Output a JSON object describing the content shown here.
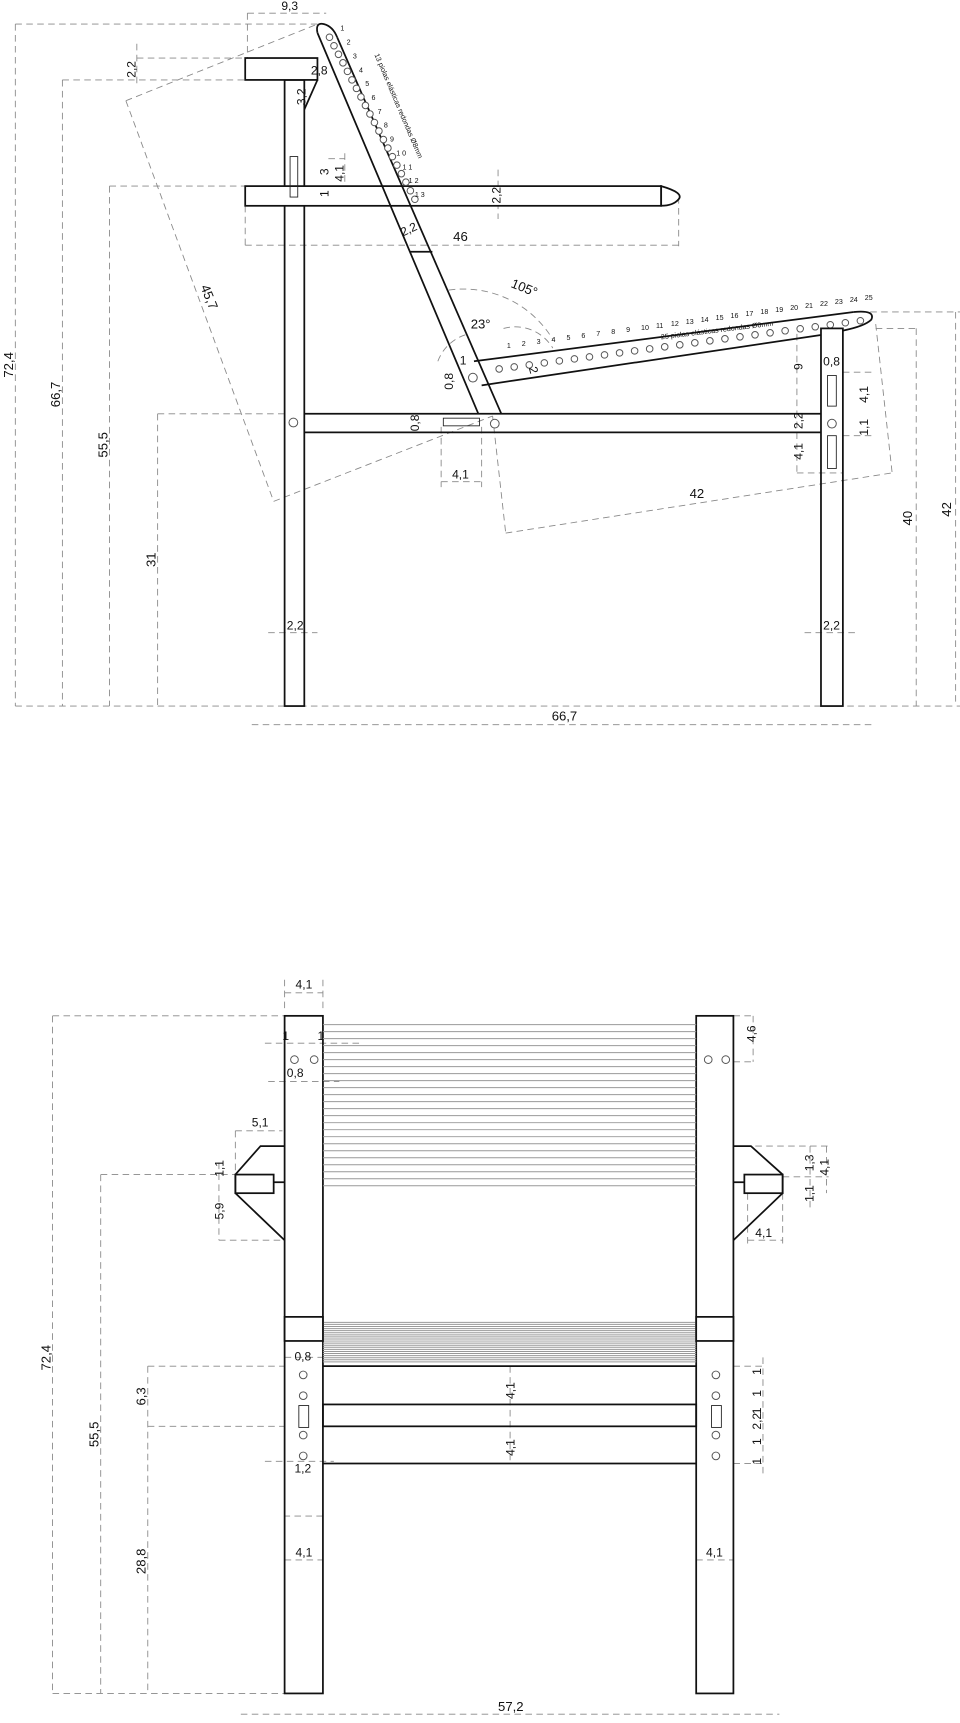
{
  "side_view": {
    "labels": [
      "9,3",
      "2,2",
      "2,8",
      "3,2",
      "3",
      "4,1",
      "1",
      "2,2",
      "2,2",
      "46",
      "45,7",
      "105°",
      "23°",
      "72,4",
      "66,7",
      "55,5",
      "31",
      "0,8",
      "1",
      "0,8",
      "4,1",
      "42",
      "40",
      "42",
      "0,8",
      "9",
      "2,2",
      "4,1",
      "4,1",
      "1,1",
      "2,2",
      "2,2",
      "66,7",
      "2"
    ],
    "back_note": "13 piolas elásticas redondas Ø8mm",
    "seat_note": "25 piolas elásticas redondas Ø8mm",
    "back_cord_numbers": [
      "1",
      "2",
      "3",
      "4",
      "5",
      "6",
      "7",
      "8",
      "9",
      "1 0",
      "1 1",
      "1 2",
      "1 3"
    ],
    "seat_cord_numbers": [
      "1",
      "2",
      "3",
      "4",
      "5",
      "6",
      "7",
      "8",
      "9",
      "10",
      "11",
      "12",
      "13",
      "14",
      "15",
      "16",
      "17",
      "18",
      "19",
      "20",
      "21",
      "22",
      "23",
      "24",
      "25"
    ]
  },
  "front_view": {
    "labels": [
      "4,1",
      "1",
      "1",
      "0,8",
      "4,6",
      "5,1",
      "1,1",
      "5,9",
      "72,4",
      "55,5",
      "6,3",
      "28,8",
      "0,8",
      "1,2",
      "4,1",
      "4,1",
      "4,1",
      "4,1",
      "57,2",
      "1,3",
      "4,1",
      "1,1",
      "4,1",
      "1",
      "1",
      "1",
      "2,2",
      "1",
      "1"
    ]
  }
}
